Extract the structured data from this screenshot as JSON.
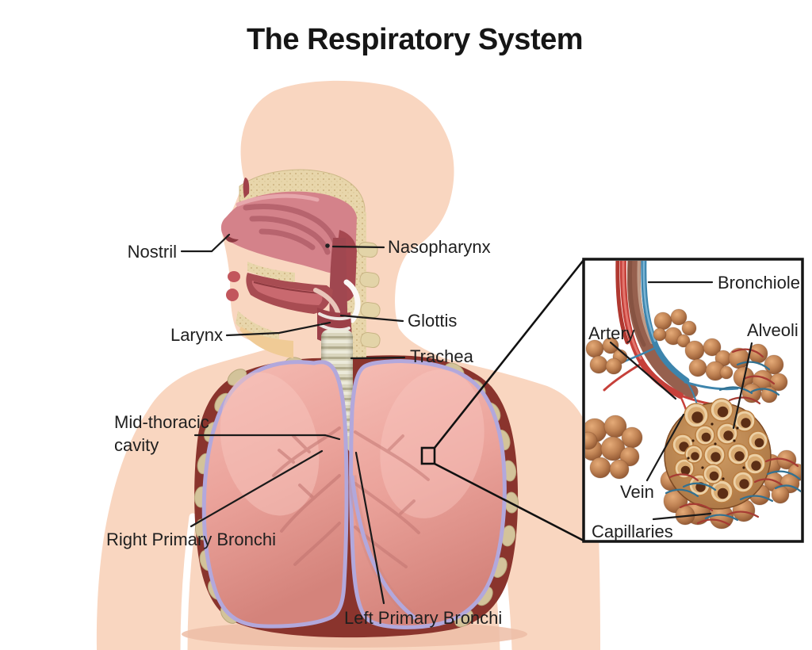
{
  "title": "The Respiratory System",
  "diagram": {
    "labels": {
      "nostril": "Nostril",
      "nasopharynx": "Nasopharynx",
      "larynx": "Larynx",
      "glottis": "Glottis",
      "trachea": "Trachea",
      "mid_thoracic_line1": "Mid-thoracic",
      "mid_thoracic_line2": "cavity",
      "right_primary_bronchi": "Right Primary Bronchi",
      "left_primary_bronchi": "Left Primary Bronchi"
    },
    "inset_labels": {
      "bronchiole": "Bronchiole",
      "artery": "Artery",
      "alveoli": "Alveoli",
      "vein": "Vein",
      "capillaries": "Capillaries"
    },
    "colors": {
      "background": "#ffffff",
      "body_skin": "#f9d6c0",
      "chest_cavity": "#8a342d",
      "rib": "#d3c39a",
      "lung_pink": "#efaaa3",
      "pleura_lavender": "#b2a8dc",
      "bone_tan": "#e8d6ab",
      "trachea_gray": "#d9d5bd",
      "artery_red": "#c6403a",
      "vein_blue": "#3d84ac",
      "alveoli_brown": "#c08354",
      "label_text": "#1f1f1f"
    }
  }
}
